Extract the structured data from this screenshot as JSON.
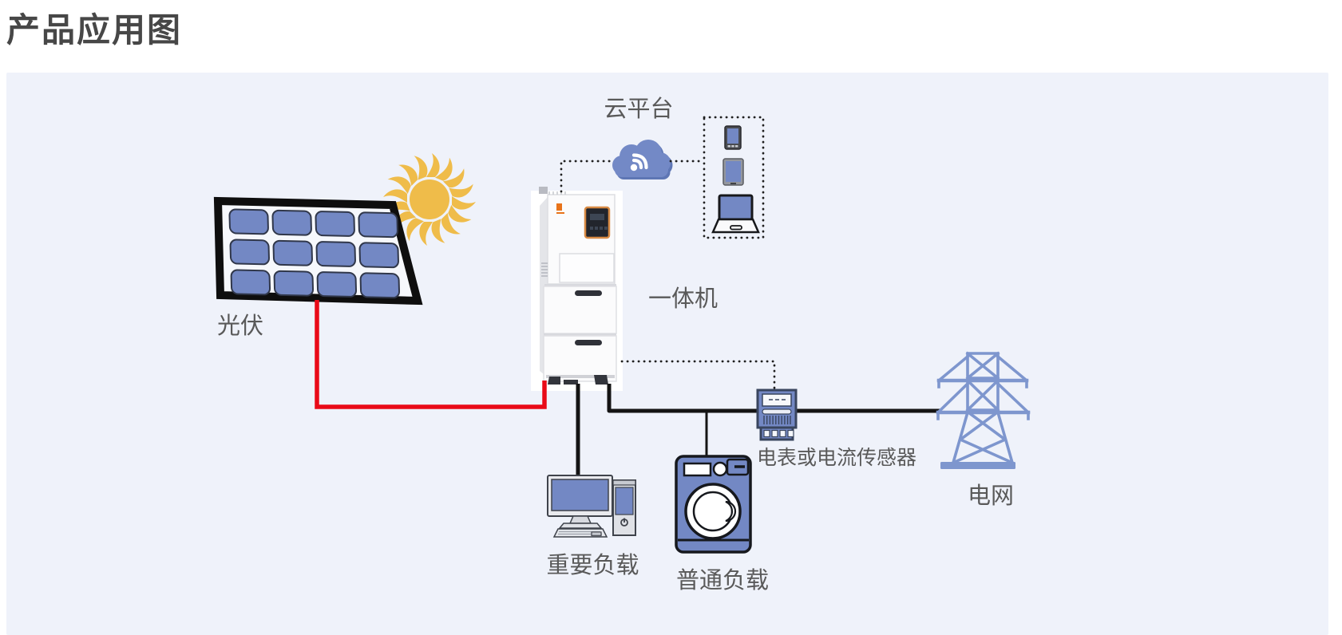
{
  "title": "产品应用图",
  "labels": {
    "cloud_platform": "云平台",
    "pv": "光伏",
    "all_in_one": "一体机",
    "meter_or_ct": "电表或电流传感器",
    "grid": "电网",
    "critical_load": "重要负载",
    "normal_load": "普通负载"
  },
  "icons": {
    "sun-icon": "golden sun with flame-shaped rays",
    "solar-panel-icon": "tilted black-framed PV panel with 3x4 blue cells",
    "cloud-wifi-icon": "blue cloud with white wifi signal",
    "phone-icon": "smartphone with blue screen",
    "tablet-icon": "tablet with blue screen",
    "laptop-icon": "laptop with blue screen",
    "inverter-unit-image": "white all-in-one inverter with stacked battery modules",
    "energy-meter-icon": "blue electricity meter / current sensor",
    "transmission-tower-icon": "blue lattice transmission tower",
    "desktop-pc-icon": "desktop computer with monitor, keyboard and tower",
    "washing-machine-icon": "blue front-load washing machine"
  },
  "colors": {
    "panel_background": "#EFF2FA",
    "title_text": "#474747",
    "label_text": "#595959",
    "device_blue": "#7388C4",
    "cloud_blue": "#7389C6",
    "tower_blue": "#7E96CE",
    "sun_yellow": "#EFBC4A",
    "pv_dc_wire_red": "#E90A17",
    "ac_wire_black": "#141414"
  },
  "connections": [
    {
      "from": "光伏",
      "to": "一体机",
      "style": "solid-red"
    },
    {
      "from": "一体机",
      "to": "云平台",
      "style": "dotted"
    },
    {
      "from": "云平台",
      "to": "用户设备",
      "style": "dotted"
    },
    {
      "from": "一体机",
      "to": "重要负载",
      "style": "solid-black"
    },
    {
      "from": "一体机",
      "to": "电网",
      "style": "solid-black"
    },
    {
      "from": "交流母线",
      "to": "普通负载",
      "style": "solid-black"
    },
    {
      "from": "一体机",
      "to": "电表或电流传感器",
      "style": "dotted"
    }
  ]
}
